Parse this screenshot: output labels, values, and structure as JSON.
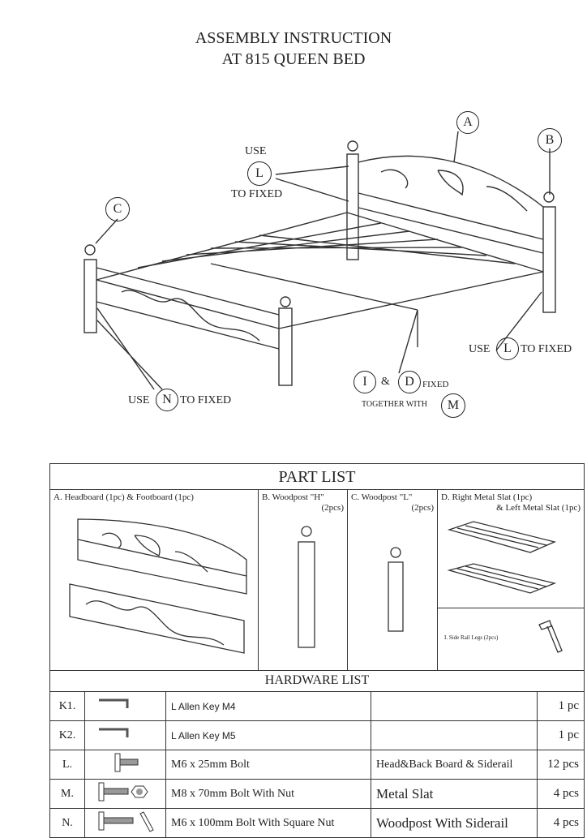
{
  "header": {
    "line1": "ASSEMBLY INSTRUCTION",
    "line2": "AT 815 QUEEN BED"
  },
  "diagram": {
    "callout_a": "A",
    "callout_b": "B",
    "callout_c": "C",
    "use_l_top": {
      "use": "USE",
      "letter": "L",
      "to": "TO FIXED"
    },
    "use_l_right": {
      "use": "USE",
      "letter": "L",
      "to": "TO FIXED"
    },
    "use_n": {
      "use": "USE",
      "letter": "N",
      "to": "TO FIXED"
    },
    "id_fixed": {
      "i": "I",
      "amp": "&",
      "d": "D",
      "fixed": "FIXED",
      "together": "TOGETHER WITH",
      "m": "M"
    }
  },
  "part_list": {
    "title": "PART LIST",
    "a": "A. Headboard (1pc) & Footboard (1pc)",
    "b": {
      "name": "B. Woodpost \"H\"",
      "qty": "(2pcs)"
    },
    "c": {
      "name": "C. Woodpost \"L\"",
      "qty": "(2pcs)"
    },
    "d": {
      "name": "D. Right Metal Slat (1pc)",
      "name2": "& Left Metal Slat (1pc)"
    },
    "i": "I. Side Rail Legs (2pcs)"
  },
  "hardware_list": {
    "title": "HARDWARE LIST",
    "rows": [
      {
        "code": "K1.",
        "icon": "allen-key-icon",
        "desc": "L Allen Key M4",
        "use": "",
        "qty": "1 pc"
      },
      {
        "code": "K2.",
        "icon": "allen-key-icon",
        "desc": "L Allen Key M5",
        "use": "",
        "qty": "1 pc"
      },
      {
        "code": "L.",
        "icon": "bolt-icon",
        "desc": "M6 x 25mm Bolt",
        "use": "Head&Back Board & Siderail",
        "qty": "12 pcs"
      },
      {
        "code": "M.",
        "icon": "bolt-nut-icon",
        "desc": "M8 x 70mm Bolt With Nut",
        "use": "Metal Slat",
        "qty": "4 pcs"
      },
      {
        "code": "N.",
        "icon": "bolt-square-nut-icon",
        "desc": "M6 x 100mm Bolt With Square Nut",
        "use": "Woodpost With Siderail",
        "qty": "4 pcs"
      }
    ]
  }
}
